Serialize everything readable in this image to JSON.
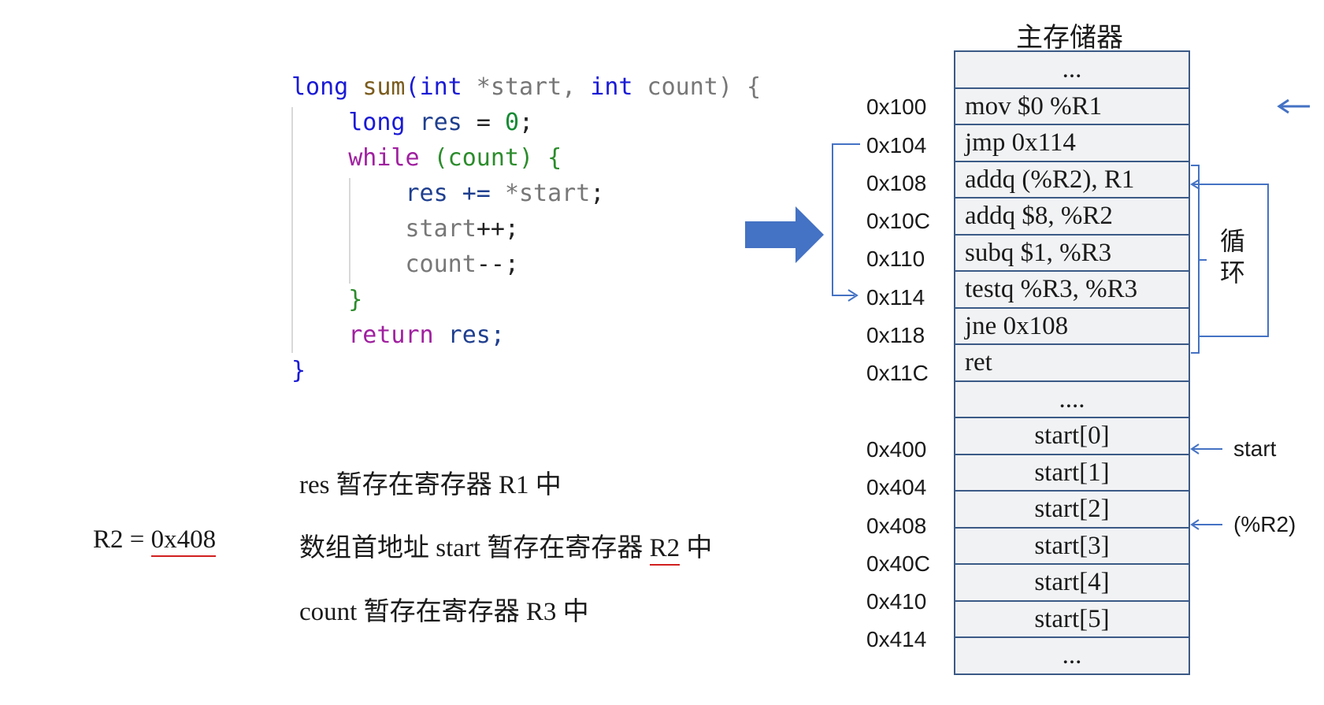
{
  "code": {
    "line1": {
      "t1": "long",
      "t2": "sum",
      "t3": "(",
      "t4": "int",
      "t5": " *start, ",
      "t6": "int",
      "t7": " count) {"
    },
    "line2": {
      "t1": "long",
      "t2": " res ",
      "t3": "= ",
      "t4": "0",
      "t5": ";"
    },
    "line3": {
      "t1": "while",
      "t2": " (count) {"
    },
    "line4": {
      "t1": "res += ",
      "t2": "*start",
      "t3": ";"
    },
    "line5": {
      "t1": "start",
      "t2": "++;"
    },
    "line6": {
      "t1": "count",
      "t2": "--;"
    },
    "line7": {
      "t1": "}"
    },
    "line8": {
      "t1": "return",
      "t2": " res;"
    },
    "line9": {
      "t1": "}"
    }
  },
  "notes": {
    "note1": "res 暂存在寄存器 R1 中",
    "note2_prefix": "数组首地址 start 暂存在寄存器",
    "note2_reg": "R2",
    "note2_suffix": " 中",
    "note3": "count 暂存在寄存器 R3 中",
    "r2_label": "R2 = ",
    "r2_value": "0x408"
  },
  "memory": {
    "title": "主存储器",
    "rows": [
      {
        "addr": "",
        "content": "..."
      },
      {
        "addr": "0x100",
        "content": "mov $0 %R1"
      },
      {
        "addr": "0x104",
        "content": "jmp 0x114"
      },
      {
        "addr": "0x108",
        "content": "addq (%R2), R1"
      },
      {
        "addr": "0x10C",
        "content": "addq $8, %R2"
      },
      {
        "addr": "0x110",
        "content": "subq $1, %R3"
      },
      {
        "addr": "0x114",
        "content": "testq %R3, %R3"
      },
      {
        "addr": "0x118",
        "content": "jne 0x108"
      },
      {
        "addr": "0x11C",
        "content": "ret"
      },
      {
        "addr": "",
        "content": "...."
      },
      {
        "addr": "0x400",
        "content": "start[0]"
      },
      {
        "addr": "0x404",
        "content": "start[1]"
      },
      {
        "addr": "0x408",
        "content": "start[2]"
      },
      {
        "addr": "0x40C",
        "content": "start[3]"
      },
      {
        "addr": "0x410",
        "content": "start[4]"
      },
      {
        "addr": "0x414",
        "content": "start[5]"
      },
      {
        "addr": "",
        "content": "..."
      }
    ]
  },
  "annotations": {
    "loop_char1": "循",
    "loop_char2": "环",
    "start_pointer": "start",
    "r2_pointer": "(%R2)"
  },
  "colors": {
    "arrow_blue": "#4472c4",
    "memory_border": "#3b5a86",
    "memory_fill": "#f1f2f4",
    "underline_red": "#d21f1f"
  }
}
